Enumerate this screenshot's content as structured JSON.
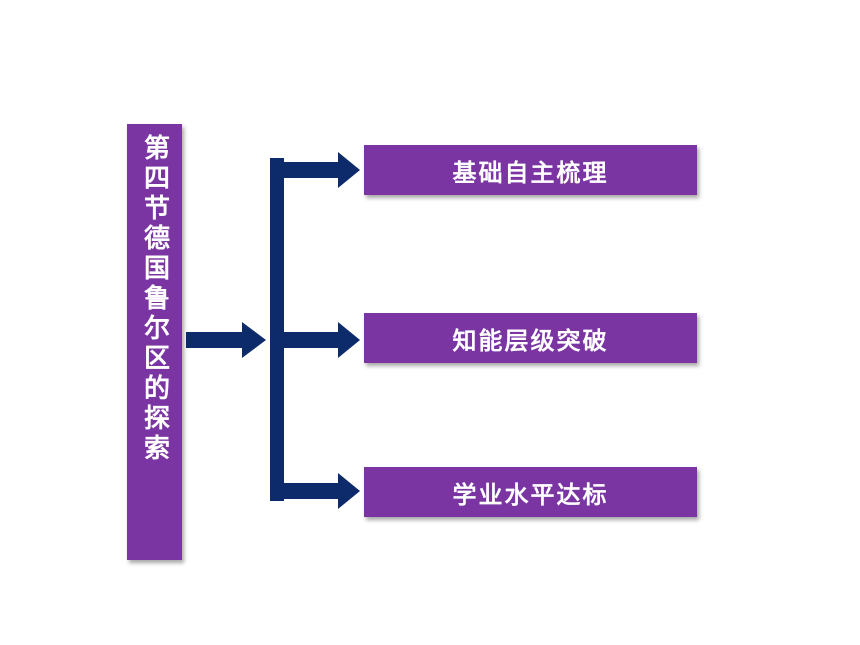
{
  "title": "第四节德国鲁尔区的探索",
  "items": [
    {
      "label": "基础自主梳理"
    },
    {
      "label": "知能层级突破"
    },
    {
      "label": "学业水平达标"
    }
  ],
  "colors": {
    "box": "#7a35a3",
    "arrow": "#0d2a6b",
    "text": "#ffffff"
  }
}
